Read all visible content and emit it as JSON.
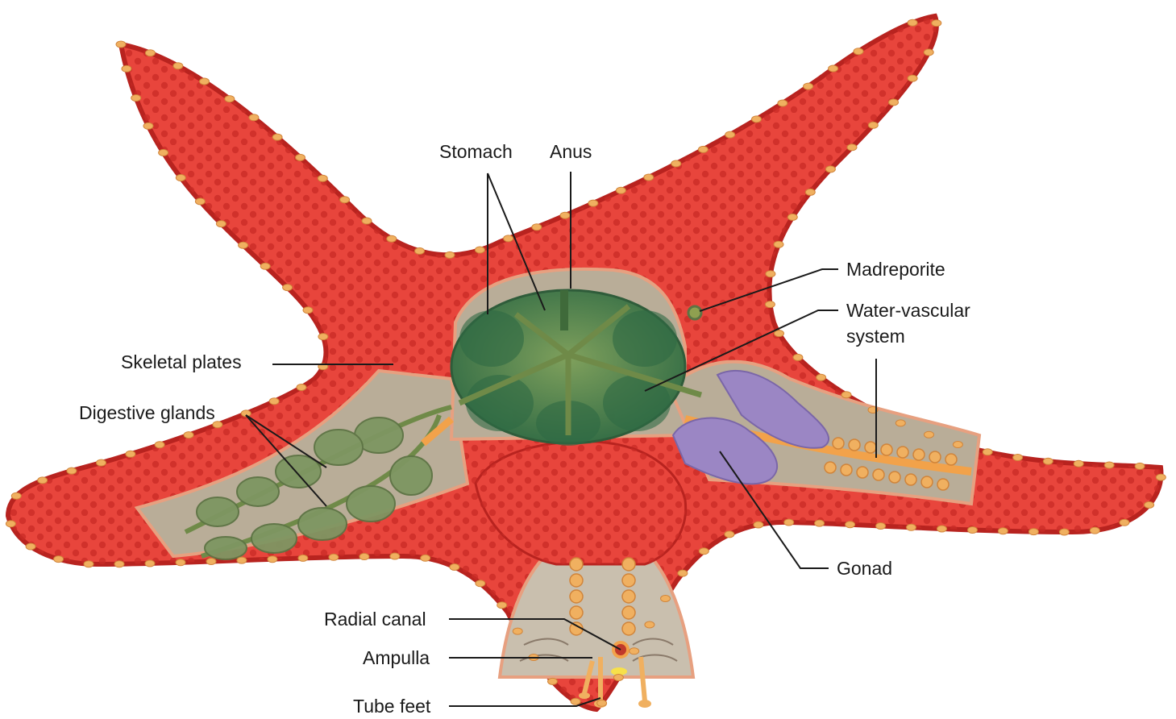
{
  "labels": {
    "stomach": "Stomach",
    "anus": "Anus",
    "madreporite": "Madreporite",
    "water_vascular_1": "Water-vascular",
    "water_vascular_2": "system",
    "skeletal_plates": "Skeletal plates",
    "digestive_glands": "Digestive glands",
    "gonad": "Gonad",
    "radial_canal": "Radial canal",
    "ampulla": "Ampulla",
    "tube_feet": "Tube feet"
  },
  "colors": {
    "body": "#e8453c",
    "body_dark": "#b8231f",
    "spine": "#c92a25",
    "cavity": "#b9ad98",
    "stomach": "#3f7a4a",
    "stomach_light": "#6f9a54",
    "gland": "#7e9662",
    "gonad": "#9b86c4",
    "canal": "#f2a24a",
    "tubefoot": "#f0b060"
  }
}
